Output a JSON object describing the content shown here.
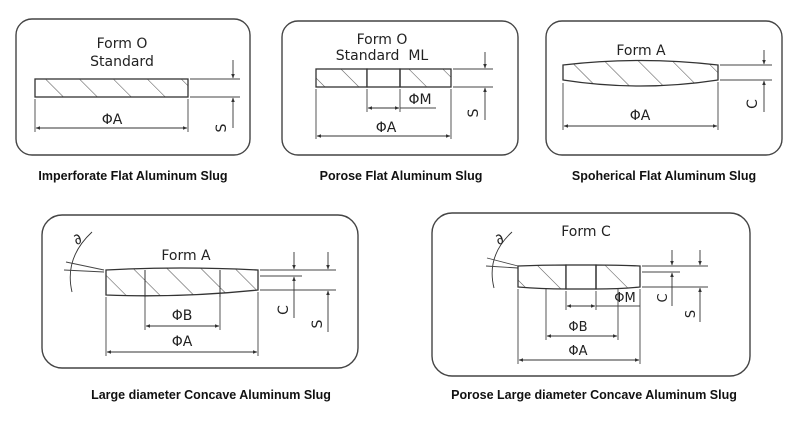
{
  "panels": [
    {
      "id": "imperforate-flat",
      "form_title": [
        "Form O",
        "Standard"
      ],
      "dimensions": {
        "diameter_a": "ΦA",
        "thickness": "S"
      },
      "caption": "Imperforate Flat Aluminum Slug"
    },
    {
      "id": "porose-flat",
      "form_title": [
        "Form O",
        "Standard  ML"
      ],
      "dimensions": {
        "diameter_a": "ΦA",
        "diameter_m": "ΦM",
        "thickness": "S"
      },
      "caption": "Porose Flat Aluminum Slug"
    },
    {
      "id": "spherical-flat",
      "form_title": [
        "Form A"
      ],
      "dimensions": {
        "diameter_a": "ΦA",
        "camber": "C"
      },
      "caption": "Spoherical Flat Aluminum Slug"
    },
    {
      "id": "large-diameter-concave",
      "form_title": [
        "Form A"
      ],
      "dimensions": {
        "angle": "∂",
        "diameter_a": "ΦA",
        "diameter_b": "ΦB",
        "camber": "C",
        "thickness": "S"
      },
      "caption": "Large diameter Concave Aluminum Slug"
    },
    {
      "id": "porose-large-diameter-concave",
      "form_title": [
        "Form C"
      ],
      "dimensions": {
        "angle": "∂",
        "diameter_a": "ΦA",
        "diameter_b": "ΦB",
        "diameter_m": "ΦM",
        "camber": "C",
        "thickness": "S"
      },
      "caption": "Porose Large diameter Concave Aluminum Slug"
    }
  ]
}
